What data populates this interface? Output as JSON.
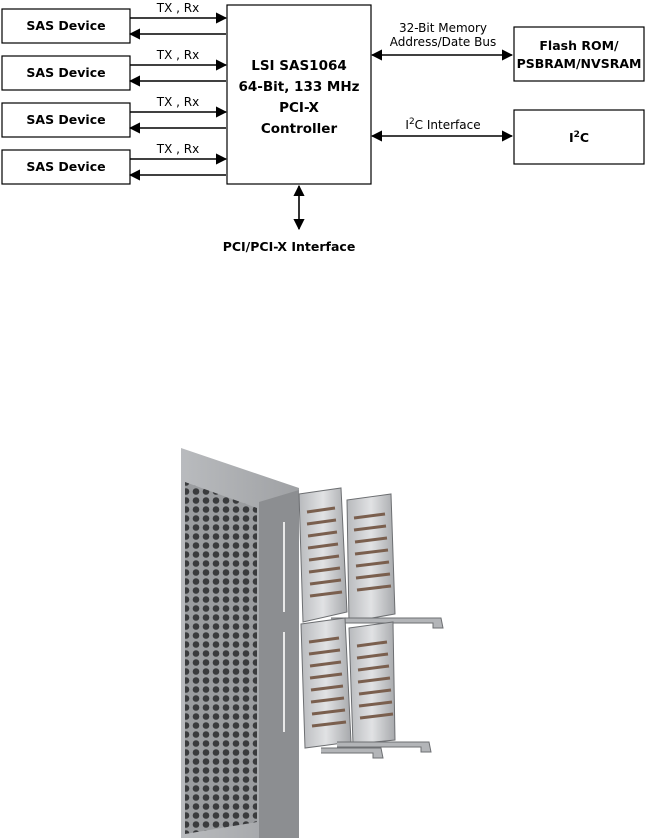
{
  "diagram": {
    "sas_devices": [
      {
        "label": "SAS Device",
        "link": "TX , Rx"
      },
      {
        "label": "SAS Device",
        "link": "TX , Rx"
      },
      {
        "label": "SAS Device",
        "link": "TX , Rx"
      },
      {
        "label": "SAS Device",
        "link": "TX , Rx"
      }
    ],
    "controller": {
      "lines": [
        "LSI SAS1064",
        "64-Bit, 133 MHz",
        "PCI-X",
        "Controller"
      ]
    },
    "memory_bus": {
      "line1": "32-Bit Memory",
      "line2": "Address/Date Bus"
    },
    "flash": {
      "line1": "Flash ROM/",
      "line2": "PSBRAM/NVSRAM"
    },
    "i2c_interface": {
      "prefix": "I",
      "sup": "2",
      "suffix": "C Interface"
    },
    "i2c_box": {
      "prefix": "I",
      "sup": "2",
      "suffix": "C"
    },
    "pci_interface": "PCI/PCI-X Interface"
  },
  "photo": {
    "subject": "drive-bay-chassis"
  },
  "colors": {
    "line": "#000000",
    "chassis": "#a9abad",
    "drive_metal": "#c7c9cc"
  }
}
